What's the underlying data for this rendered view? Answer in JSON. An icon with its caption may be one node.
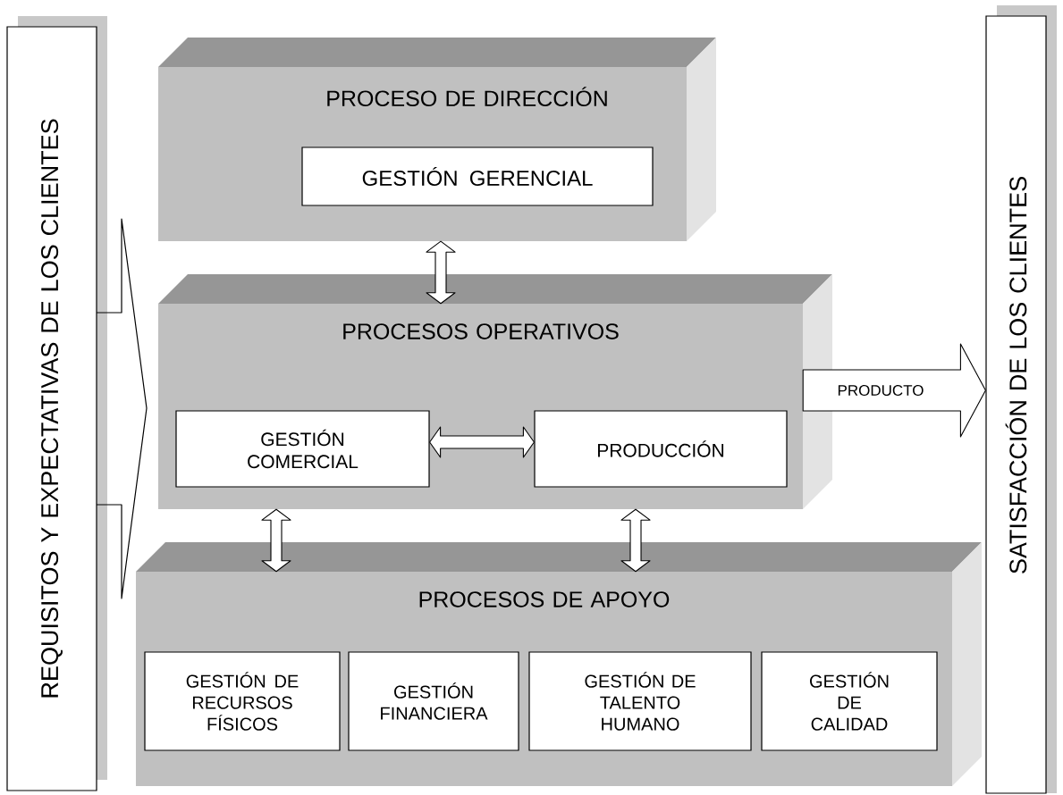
{
  "diagram": {
    "nodes": [
      {
        "text": [
          "REQUISITOS Y EXPECTATIVAS DE LOS CLIENTES"
        ]
      },
      {
        "text": [
          "PROCESO DE DIRECCIÓN"
        ]
      },
      {
        "text": [
          "GESTIÓN GERENCIAL"
        ],
        "in": 1
      },
      {
        "text": [
          "PROCESOS OPERATIVOS"
        ]
      },
      {
        "text": [
          "GESTIÓN COMERCIAL"
        ],
        "in": 3
      },
      {
        "text": [
          "PRODUCCIÓN"
        ],
        "in": 3
      },
      {
        "text": [
          "PROCESOS DE APOYO"
        ]
      },
      {
        "text": [
          "GESTIÓN DE RECURSOS FÍSICOS"
        ],
        "in": 6
      },
      {
        "text": [
          "GESTIÓN FINANCIERA"
        ],
        "in": 6
      },
      {
        "text": [
          "GESTIÓN DE TALENTO HUMANO"
        ],
        "in": 6
      },
      {
        "text": [
          "GESTIÓN DE CALIDAD"
        ],
        "in": 6
      },
      {
        "text": [
          "SATISFACCIÓN DE LOS CLIENTES"
        ]
      }
    ],
    "edges": [
      {
        "from": 1,
        "to": 3,
        "arrow": "both"
      },
      {
        "from": 4,
        "to": 5,
        "arrow": "both"
      },
      {
        "from": 3,
        "to": 6,
        "arrow": "both"
      },
      {
        "from": 3,
        "to": 6,
        "arrow": "both"
      },
      {
        "from": 3,
        "to": 11,
        "arrow": "to",
        "label": "PRODUCTO"
      }
    ]
  }
}
